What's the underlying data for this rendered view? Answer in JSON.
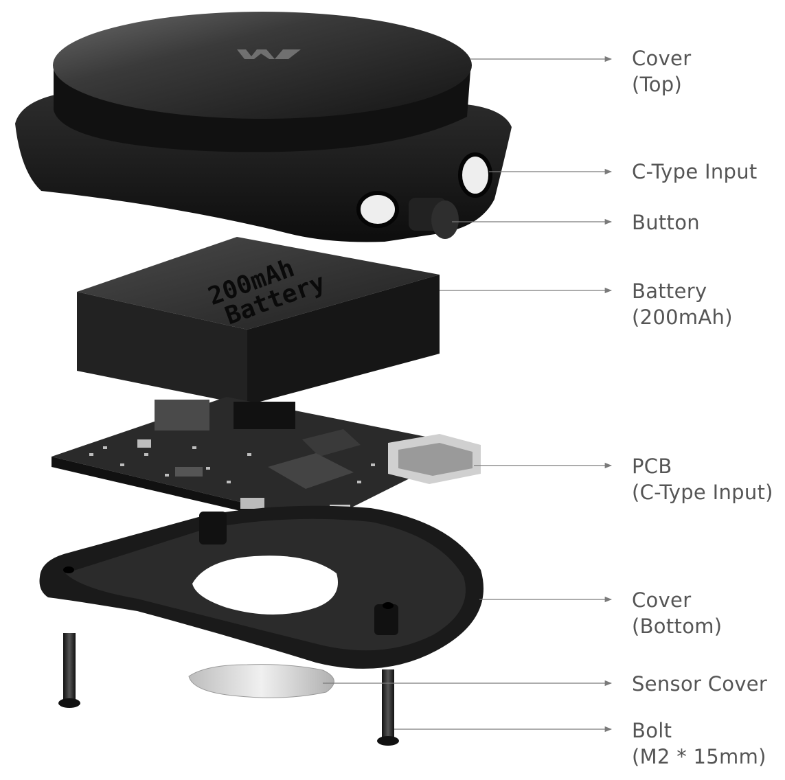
{
  "labels": {
    "cover_top": {
      "line1": "Cover",
      "line2": "(Top)"
    },
    "c_type_input": {
      "line1": "C-Type Input"
    },
    "button": {
      "line1": "Button"
    },
    "battery": {
      "line1": "Battery",
      "line2": "(200mAh)"
    },
    "pcb": {
      "line1": "PCB",
      "line2": "(C-Type Input)"
    },
    "cover_bottom": {
      "line1": "Cover",
      "line2": "(Bottom)"
    },
    "sensor_cover": {
      "line1": "Sensor Cover"
    },
    "bolt": {
      "line1": "Bolt",
      "line2": "(M2 * 15mm)"
    }
  },
  "battery_print": {
    "line1": "200mAh",
    "line2": "Battery"
  },
  "colors": {
    "label_text": "#555555",
    "leader_line": "#7a7a7a",
    "device_body": "#1e1e1e",
    "device_highlight": "#5a5a5a",
    "pcb": "#2a2a2a",
    "sensor_cover": "#d9d9d9"
  },
  "icons": {
    "logo": "brand-logo-mark"
  }
}
